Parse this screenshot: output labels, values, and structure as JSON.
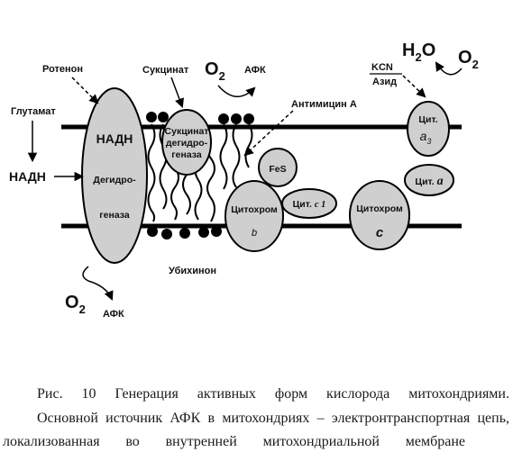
{
  "labels": {
    "rotenone": "Ротенон",
    "succinate": "Сукцинат",
    "glutamate": "Глутамат",
    "nadh_left": "НАДН",
    "complex1_top": "НАДН",
    "complex1_line1": "Дегидро-",
    "complex1_line2": "геназа",
    "complex2_line1": "Сукцинат",
    "complex2_line2": "дегидро-",
    "complex2_line3": "геназа",
    "o2_top": "O",
    "o2_top_sub": "2",
    "afk_top": "АФК",
    "antimycin": "Антимицин А",
    "fes": "FeS",
    "cyt_c1_main": "Цит.",
    "cyt_c1_sub": "c 1",
    "cytochrome_b_main": "Цитохром",
    "cytochrome_b_sub": "b",
    "cytochrome_c_main": "Цитохром",
    "cytochrome_c_sub": "c",
    "kcn": "KCN",
    "azide": "Азид",
    "h2o_h": "H",
    "h2o_sub": "2",
    "h2o_o": "O",
    "o2_right": "O",
    "o2_right_sub": "2",
    "cyt_a3_main": "Цит.",
    "cyt_a3_sub": "a",
    "cyt_a3_subsub": "3",
    "cyt_a_main": "Цит.",
    "cyt_a_sub": "a",
    "ubiquinone": "Убихинон",
    "o2_bottom": "O",
    "o2_bottom_sub": "2",
    "afk_bottom": "АФК"
  },
  "caption": {
    "line1": "Рис. 10 Генерация активных форм кислорода митохондриями.",
    "line2": "Основной источник АФК в митохондриях – электронтранспортная цепь,",
    "line3": "локализованная во внутренней митохондриальной мембране"
  },
  "colors": {
    "complex_fill": "#cfcfcf",
    "stroke": "#000000"
  }
}
